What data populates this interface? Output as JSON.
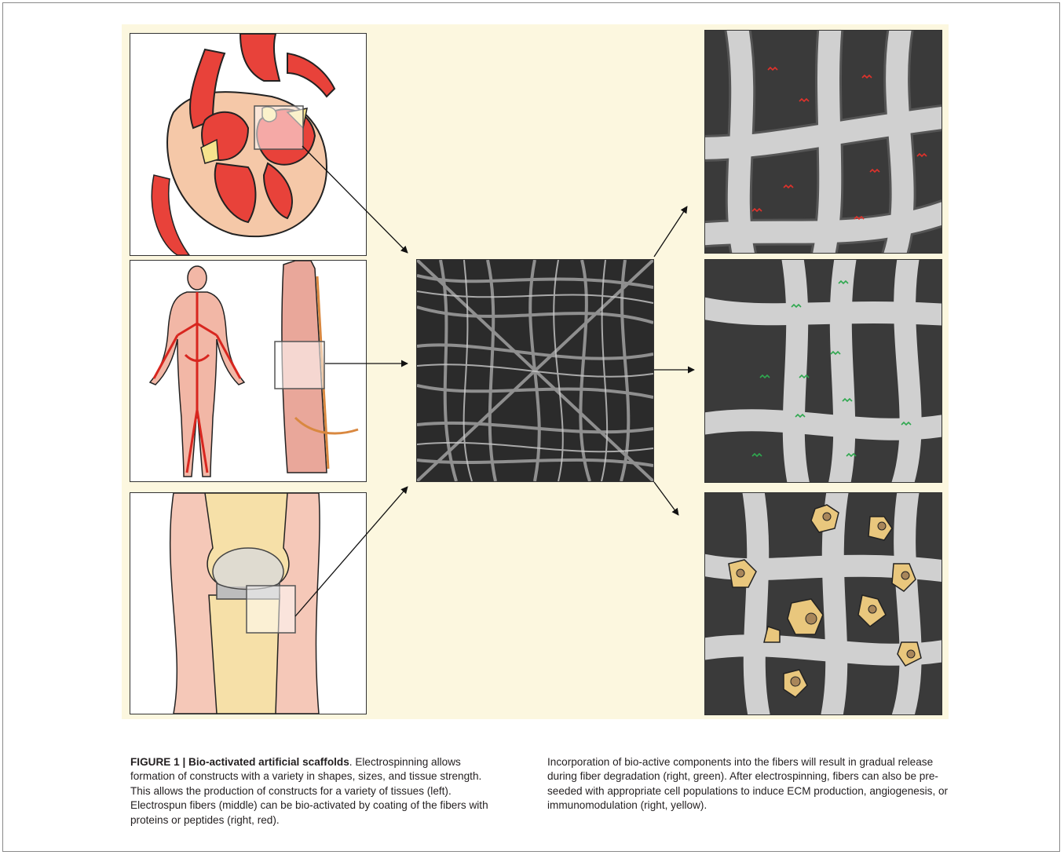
{
  "figure": {
    "label": "FIGURE 1 | Bio-activated artificial scaffolds",
    "caption_left": ". Electrospinning allows formation of constructs with a variety in shapes, sizes, and tissue strength. This allows the production of constructs for a variety of tissues (left). Electrospun fibers (middle) can be bio-activated by coating of the fibers with proteins or peptides (right, red).",
    "caption_right": "Incorporation of bio-active components into the fibers will result in gradual release during fiber degradation (right, green). After electrospinning, fibers can also be pre-seeded with appropriate cell populations to induce ECM production, angiogenesis, or immunomodulation (right, yellow)."
  },
  "colors": {
    "background": "#fcf7df",
    "tissue_red": "#e8423a",
    "tissue_pink": "#f2b7a6",
    "fiber_grey": "#c8c8c8",
    "scaffold_dark": "#3a3a3a",
    "protein_red": "#e0322b",
    "release_green": "#2fa84f",
    "cell_yellow": "#e9c77d"
  },
  "panels": {
    "left": [
      "heart-illustration",
      "vasculature-illustration",
      "knee-illustration"
    ],
    "middle": "electrospun-fiber-micrograph",
    "right": [
      "protein-coated-fibers",
      "bioactive-release-fibers",
      "cell-seeded-fibers"
    ]
  }
}
